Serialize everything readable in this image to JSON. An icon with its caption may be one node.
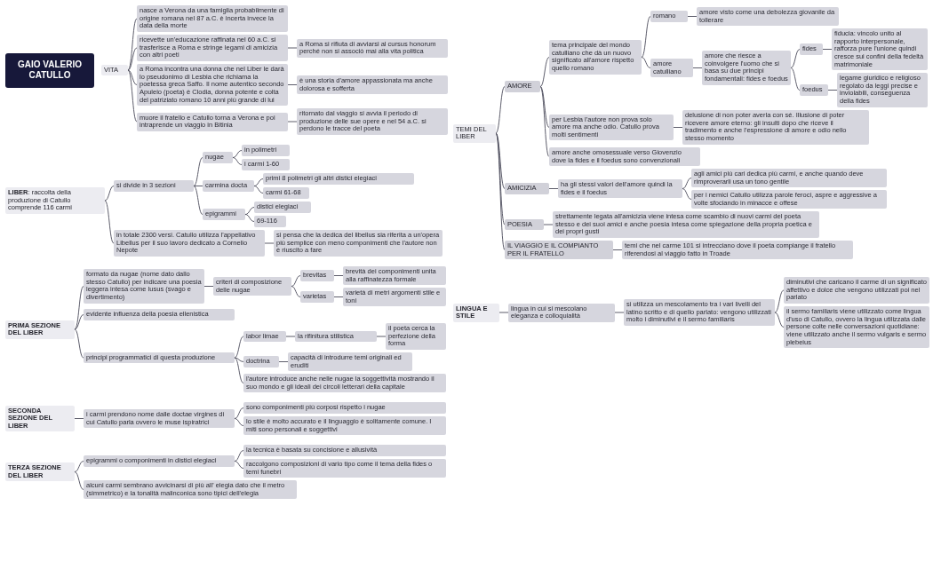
{
  "diagram": {
    "nodes": [
      {
        "text": [
          "GAIO VALERIO CATULLO"
        ]
      },
      {
        "text": [
          "VITA"
        ]
      },
      {
        "text": [
          "nasce a Verona da una famiglia probabilmente di origine romana nel 87 a.C. è incerta invece la data della morte"
        ]
      },
      {
        "text": [
          "ricevette un'educazione raffinata nel 60 a.C. si trasferisce a Roma e stringe legami di amicizia con altri poeti"
        ]
      },
      {
        "text": [
          "a Roma si rifiuta di avviarsi al cursus honorum perché non si associò mai alla vita politica"
        ]
      },
      {
        "text": [
          "a Roma incontra una donna che nel Liber le darà lo pseudonimo di Lesbia che richiama la poetessa greca Saffo. Il nome autentico secondo Apuleio (poeta) è Clodia, donna potente e colta del patriziato romano 10 anni più grande di lui"
        ]
      },
      {
        "text": [
          "è una storia d'amore appassionata ma anche dolorosa e sofferta"
        ]
      },
      {
        "text": [
          "muore il fratello e Catullo torna a Verona e poi intraprende un viaggio in Bitinia"
        ]
      },
      {
        "text": [
          "ritornato dal viaggio si avvia il periodo di produzione delle sue opere e nel 54 a.C. si perdono le tracce del poeta"
        ]
      },
      {
        "text": [
          "**LIBER**: raccolta della produzione di Catullo comprende 116 carmi"
        ]
      },
      {
        "text": [
          "si divide in 3 sezioni"
        ]
      },
      {
        "text": [
          "nugae"
        ]
      },
      {
        "text": [
          "in polimetri"
        ]
      },
      {
        "text": [
          "i carmi 1-60"
        ]
      },
      {
        "text": [
          "carmina docta"
        ]
      },
      {
        "text": [
          "primi 8 polimetri gli altri distici elegiaci"
        ]
      },
      {
        "text": [
          "carmi 61-68"
        ]
      },
      {
        "text": [
          "epigrammi"
        ]
      },
      {
        "text": [
          "distici elegiaci"
        ]
      },
      {
        "text": [
          "69-116"
        ]
      },
      {
        "text": [
          "in totale 2300 versi. Catullo utilizza l'appellativo Libellus per il suo lavoro dedicato a Cornelio Nepote"
        ]
      },
      {
        "text": [
          "si pensa che la dedica del libellus sia riferita a un'opera più semplice con meno componimenti che l'autore non è riuscito a fare"
        ]
      },
      {
        "text": [
          "PRIMA SEZIONE DEL LIBER"
        ]
      },
      {
        "text": [
          "formato da nugae (nome dato dallo stesso Catullo) per indicare una poesia leggera intesa come lusus (svago e divertimento)"
        ]
      },
      {
        "text": [
          "criteri di composizione delle nugae"
        ]
      },
      {
        "text": [
          "brevitas"
        ]
      },
      {
        "text": [
          "brevità dei componimenti unita alla raffinatezza formale"
        ]
      },
      {
        "text": [
          "varietas"
        ]
      },
      {
        "text": [
          "varietà di metri argomenti stile e toni"
        ]
      },
      {
        "text": [
          "evidente influenza della poesia ellenistica"
        ]
      },
      {
        "text": [
          "principi programmatici di questa produzione"
        ]
      },
      {
        "text": [
          "labor limae"
        ]
      },
      {
        "text": [
          "la rifinitura stilistica"
        ]
      },
      {
        "text": [
          "il poeta cerca la perfezione della forma"
        ]
      },
      {
        "text": [
          "doctrina"
        ]
      },
      {
        "text": [
          "capacità di introdurre temi originali ed eruditi"
        ]
      },
      {
        "text": [
          "l'autore introduce anche nelle nugae la soggettività mostrando il suo mondo e gli ideali dei circoli letterari della capitale"
        ]
      },
      {
        "text": [
          "SECONDA SEZIONE DEL LIBER"
        ]
      },
      {
        "text": [
          "i carmi prendono nome dalle doctae virgines di cui Catullo parla ovvero le muse ispiratrici"
        ]
      },
      {
        "text": [
          "sono componimenti più corposi rispetto i nugae"
        ]
      },
      {
        "text": [
          "lo stile è molto accurato e il linguaggio è solitamente comune. I miti sono personali e soggettivi"
        ]
      },
      {
        "text": [
          "TERZA SEZIONE DEL LIBER"
        ]
      },
      {
        "text": [
          "epigrammi o componimenti in distici elegiaci"
        ]
      },
      {
        "text": [
          "la tecnica è basata su concisione e allusività"
        ]
      },
      {
        "text": [
          "raccolgono composizioni di vario tipo come il tema della fides o temi funebri"
        ]
      },
      {
        "text": [
          "alcuni carmi sembrano avvicinarsi di più all' elegia dato che il metro (simmetrico) e la tonalità malinconica sono tipici dell'elegia"
        ]
      },
      {
        "text": [
          "TEMI DEL LIBER"
        ]
      },
      {
        "text": [
          "AMORE"
        ]
      },
      {
        "text": [
          "tema principale del mondo catulliano che dà un nuovo significato all'amore rispetto quello romano"
        ]
      },
      {
        "text": [
          "romano"
        ]
      },
      {
        "text": [
          "amore visto come una debolezza giovanile da tollerare"
        ]
      },
      {
        "text": [
          "amore catulliano"
        ]
      },
      {
        "text": [
          "amore che riesce a coinvolgere l'uomo che si basa su due principi fondamentali: fides e foedus"
        ]
      },
      {
        "text": [
          "fides"
        ]
      },
      {
        "text": [
          "fiducia: vincolo unito al rapporto interpersonale, rafforza pure l'unione quindi cresce sui confini della fedeltà matrimoniale"
        ]
      },
      {
        "text": [
          "foedus"
        ]
      },
      {
        "text": [
          "legame giuridico e religioso regolato da leggi precise e inviolabili, conseguenza della fides"
        ]
      },
      {
        "text": [
          "per Lesbia l'autore non prova solo amore ma anche odio. Catullo prova molti sentimenti"
        ]
      },
      {
        "text": [
          "delusione di non poter averla con sé. Illusione di poter ricevere amore eterno: gli insulti dopo che riceve il tradimento e anche l'espressione di amore e odio nello stesso momento"
        ]
      },
      {
        "text": [
          "amore anche omosessuale verso Giovenzio dove la fides e il foedus sono convenzionali"
        ]
      },
      {
        "text": [
          "AMICIZIA"
        ]
      },
      {
        "text": [
          "ha gli stessi valori dell'amore quindi la fides e il foedus"
        ]
      },
      {
        "text": [
          "agli amici più cari dedica più carmi, e anche quando deve rimproverarli usa un tono gentile"
        ]
      },
      {
        "text": [
          "per i nemici Catullo utilizza parole feroci, aspre e aggressive a volte sfociando in minacce e offese"
        ]
      },
      {
        "text": [
          "POESIA"
        ]
      },
      {
        "text": [
          "strettamente legata all'amicizia viene intesa come scambio di nuovi carmi del poeta stesso e dei suoi amici e anche poesia intesa come spiegazione della propria poetica e dei propri gusti"
        ]
      },
      {
        "text": [
          "IL VIAGGIO E IL COMPIANTO PER IL FRATELLO"
        ]
      },
      {
        "text": [
          "temi che nel carme 101 si intrecciano dove il poeta compiange il fratello riferendosi al viaggio fatto in Troade"
        ]
      },
      {
        "text": [
          "LINGUA E STILE"
        ]
      },
      {
        "text": [
          "lingua in cui si mescolano eleganza e colloquialità"
        ]
      },
      {
        "text": [
          "si utilizza un mescolamento tra i vari livelli del latino scritto e di quello parlato: vengono utilizzati molto i diminutivi e il sermo familiaris"
        ]
      },
      {
        "text": [
          "diminutivi che caricano il carme di un significato affettivo e dolce che vengono utilizzati poi nel parlato"
        ]
      },
      {
        "text": [
          "il sermo familiaris viene utilizzato come lingua d'uso di Catullo, ovvero la lingua utilizzata dalle persone colte nelle conversazioni quotidiane: viene utilizzato anche il sermo vulgaris e sermo plebeius"
        ]
      }
    ],
    "edges": [
      {
        "from": 1,
        "to": 2,
        "arrow": "none"
      },
      {
        "from": 1,
        "to": 3,
        "arrow": "none"
      },
      {
        "from": 3,
        "to": 4,
        "arrow": "none"
      },
      {
        "from": 1,
        "to": 5,
        "arrow": "none"
      },
      {
        "from": 5,
        "to": 6,
        "arrow": "none"
      },
      {
        "from": 1,
        "to": 7,
        "arrow": "none"
      },
      {
        "from": 7,
        "to": 8,
        "arrow": "none"
      },
      {
        "from": 9,
        "to": 10,
        "arrow": "none"
      },
      {
        "from": 10,
        "to": 11,
        "arrow": "none"
      },
      {
        "from": 11,
        "to": 12,
        "arrow": "none"
      },
      {
        "from": 11,
        "to": 13,
        "arrow": "none"
      },
      {
        "from": 10,
        "to": 14,
        "arrow": "none"
      },
      {
        "from": 14,
        "to": 15,
        "arrow": "none"
      },
      {
        "from": 14,
        "to": 16,
        "arrow": "none"
      },
      {
        "from": 10,
        "to": 17,
        "arrow": "none"
      },
      {
        "from": 17,
        "to": 18,
        "arrow": "none"
      },
      {
        "from": 17,
        "to": 19,
        "arrow": "none"
      },
      {
        "from": 9,
        "to": 20,
        "arrow": "none"
      },
      {
        "from": 20,
        "to": 21,
        "arrow": "none"
      },
      {
        "from": 22,
        "to": 23,
        "arrow": "none"
      },
      {
        "from": 23,
        "to": 24,
        "arrow": "none"
      },
      {
        "from": 24,
        "to": 25,
        "arrow": "none"
      },
      {
        "from": 25,
        "to": 26,
        "arrow": "none"
      },
      {
        "from": 24,
        "to": 27,
        "arrow": "none"
      },
      {
        "from": 27,
        "to": 28,
        "arrow": "none"
      },
      {
        "from": 22,
        "to": 29,
        "arrow": "none"
      },
      {
        "from": 22,
        "to": 30,
        "arrow": "none"
      },
      {
        "from": 30,
        "to": 31,
        "arrow": "none"
      },
      {
        "from": 31,
        "to": 32,
        "arrow": "none"
      },
      {
        "from": 32,
        "to": 33,
        "arrow": "none"
      },
      {
        "from": 30,
        "to": 34,
        "arrow": "none"
      },
      {
        "from": 34,
        "to": 35,
        "arrow": "none"
      },
      {
        "from": 30,
        "to": 36,
        "arrow": "none"
      },
      {
        "from": 37,
        "to": 38,
        "arrow": "none"
      },
      {
        "from": 38,
        "to": 39,
        "arrow": "none"
      },
      {
        "from": 38,
        "to": 40,
        "arrow": "none"
      },
      {
        "from": 41,
        "to": 42,
        "arrow": "none"
      },
      {
        "from": 42,
        "to": 43,
        "arrow": "none"
      },
      {
        "from": 42,
        "to": 44,
        "arrow": "none"
      },
      {
        "from": 41,
        "to": 45,
        "arrow": "none"
      },
      {
        "from": 46,
        "to": 47,
        "arrow": "none"
      },
      {
        "from": 47,
        "to": 48,
        "arrow": "none"
      },
      {
        "from": 48,
        "to": 49,
        "arrow": "none"
      },
      {
        "from": 49,
        "to": 50,
        "arrow": "none"
      },
      {
        "from": 48,
        "to": 51,
        "arrow": "none"
      },
      {
        "from": 51,
        "to": 52,
        "arrow": "none"
      },
      {
        "from": 52,
        "to": 53,
        "arrow": "none"
      },
      {
        "from": 53,
        "to": 54,
        "arrow": "none"
      },
      {
        "from": 52,
        "to": 55,
        "arrow": "none"
      },
      {
        "from": 55,
        "to": 56,
        "arrow": "none"
      },
      {
        "from": 47,
        "to": 57,
        "arrow": "none"
      },
      {
        "from": 57,
        "to": 58,
        "arrow": "none"
      },
      {
        "from": 47,
        "to": 59,
        "arrow": "none"
      },
      {
        "from": 46,
        "to": 60,
        "arrow": "none"
      },
      {
        "from": 60,
        "to": 61,
        "arrow": "none"
      },
      {
        "from": 61,
        "to": 62,
        "arrow": "none"
      },
      {
        "from": 61,
        "to": 63,
        "arrow": "none"
      },
      {
        "from": 46,
        "to": 64,
        "arrow": "none"
      },
      {
        "from": 64,
        "to": 65,
        "arrow": "none"
      },
      {
        "from": 46,
        "to": 66,
        "arrow": "none"
      },
      {
        "from": 66,
        "to": 67,
        "arrow": "none"
      },
      {
        "from": 68,
        "to": 69,
        "arrow": "none"
      },
      {
        "from": 69,
        "to": 70,
        "arrow": "none"
      },
      {
        "from": 70,
        "to": 71,
        "arrow": "none"
      },
      {
        "from": 70,
        "to": 72,
        "arrow": "none"
      }
    ]
  }
}
